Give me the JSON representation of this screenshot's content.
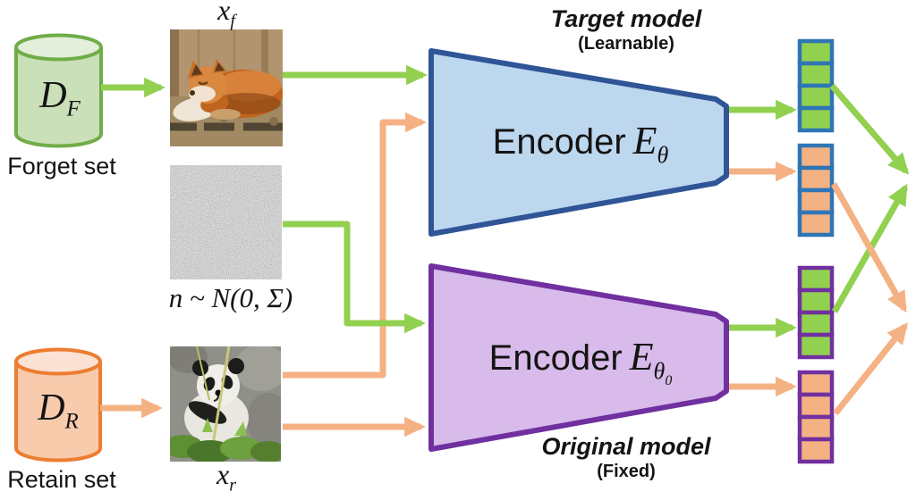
{
  "colors": {
    "green": "#92D050",
    "orange": "#F4B183",
    "stackblue": "#2E75B6",
    "purple": "#7030A0",
    "encblue": "#2F5597",
    "bluefill": "#BDD7EE",
    "purplefill": "#D8BBEA",
    "cylgreen": "#C9E0B8",
    "cylgreentop": "#E3EFDA",
    "cylgreenstroke": "#70AD47",
    "cylorange": "#F8CBAD",
    "cylorangetop": "#FBE2D5",
    "cylorangestroke": "#ED7D31"
  },
  "datasets": [
    {
      "id": "forget",
      "symbol": "D",
      "symbol_sub": "F",
      "caption": "Forget set"
    },
    {
      "id": "retain",
      "symbol": "D",
      "symbol_sub": "R",
      "caption": "Retain set"
    }
  ],
  "inputs": {
    "xf": {
      "base": "x",
      "sub": "f"
    },
    "xr": {
      "base": "x",
      "sub": "r"
    },
    "noise_label": "n ~ N(0, Σ)"
  },
  "encoders": [
    {
      "id": "target",
      "word": "Encoder",
      "sym": "E",
      "sub": "θ",
      "subsub": "",
      "title": "Target model",
      "subtitle": "(Learnable)"
    },
    {
      "id": "original",
      "word": "Encoder",
      "sym": "E",
      "sub": "θ",
      "subsub": "0",
      "title": "Original model",
      "subtitle": "(Fixed)"
    }
  ],
  "embeddings": [
    {
      "id": "target-forget",
      "fill": "green",
      "border": "stackblue",
      "cells": 4
    },
    {
      "id": "target-retain",
      "fill": "orange",
      "border": "stackblue",
      "cells": 4
    },
    {
      "id": "original-forget",
      "fill": "green",
      "border": "purple",
      "cells": 4
    },
    {
      "id": "original-retain",
      "fill": "orange",
      "border": "purple",
      "cells": 4
    }
  ]
}
